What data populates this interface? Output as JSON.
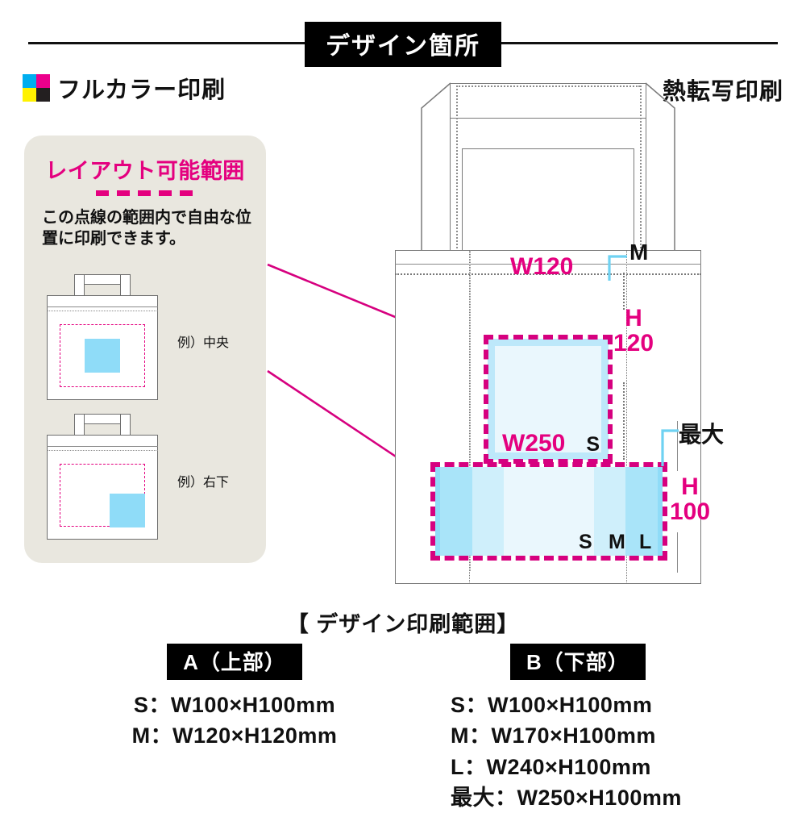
{
  "header": {
    "title": "デザイン箇所"
  },
  "labels": {
    "full_color_print": "フルカラー印刷",
    "heat_transfer_print": "熱転写印刷",
    "cmyk_icon": "cmyk-swatch-icon",
    "cmyk_colors": [
      "#00AEEF",
      "#EC008C",
      "#FFF200",
      "#231F20"
    ]
  },
  "panel": {
    "title": "レイアウト可能範囲",
    "description": "この点線の範囲内で自由な位置に印刷できます。",
    "examples": [
      {
        "caption": "例）中央",
        "placement": "center"
      },
      {
        "caption": "例）右下",
        "placement": "bottom-right"
      }
    ]
  },
  "bag": {
    "area_a": {
      "width_label": "W120",
      "height_label": "H\n120",
      "height_label_line1": "H",
      "height_label_line2": "120",
      "inner_size_mark": "S",
      "outer_size_mark": "M"
    },
    "area_b": {
      "width_label": "W250",
      "height_label_line1": "H",
      "height_label_line2": "100",
      "max_mark": "最大",
      "size_marks": [
        "S",
        "M",
        "L"
      ],
      "bands": [
        {
          "name": "最大",
          "width_mm": 250,
          "color": "#8FDCF8"
        },
        {
          "name": "L",
          "width_mm": 240,
          "color": "#A9E4F9"
        },
        {
          "name": "M",
          "width_mm": 170,
          "color": "#CFEFFB"
        },
        {
          "name": "S",
          "width_mm": 100,
          "color": "#EAF7FD"
        }
      ]
    }
  },
  "colors": {
    "magenta": "#D6007F",
    "cyan_fill": "#BDE8FA",
    "pale_blue": "#EAF7FD",
    "panel_bg": "#E9E7DF"
  },
  "spec": {
    "title": "【 デザイン印刷範囲】",
    "columns": [
      {
        "chip": "A（上部）",
        "rows": [
          "S：W100×H100mm",
          "M：W120×H120mm"
        ]
      },
      {
        "chip": "B（下部）",
        "rows": [
          "S：W100×H100mm",
          "M：W170×H100mm",
          "L：W240×H100mm",
          "最大：W250×H100mm"
        ]
      }
    ]
  }
}
